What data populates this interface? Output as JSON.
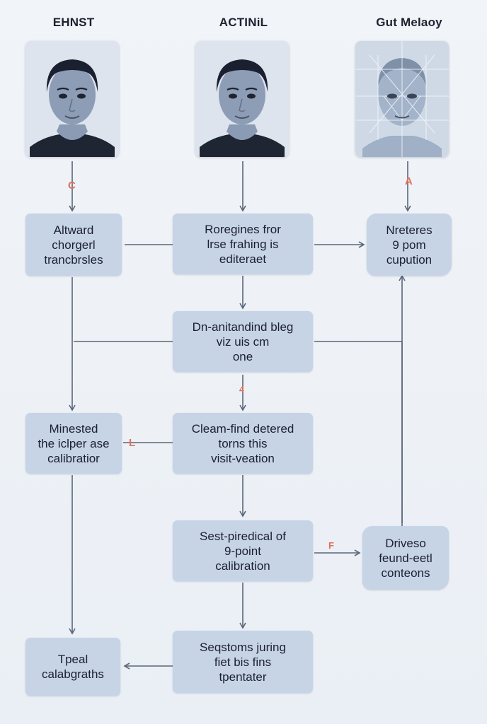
{
  "columns": {
    "left_title": "EHNST",
    "middle_title": "ACTINiL",
    "right_title": "Gut Melaoy"
  },
  "nodes": {
    "left_1": "Altward\nchorgerl\ntrancbrsles",
    "mid_1": "Roregines fror\nlrse frahing is\nediteraet",
    "right_1": "Nreteres\n9 pom\ncupution",
    "mid_2": "Dn-anitandind bleg\nviz uis cm\none",
    "left_2": "Minested\nthe iclper ase\ncalibratior",
    "mid_3": "Cleam-find detered\ntorns this\nvisit-veation",
    "mid_4": "Sest-piredical of\n9-point\ncalibration",
    "right_2": "Driveso\nfeund-eetl\nconteons",
    "left_3": "Tpeal\ncalabgraths",
    "mid_5": "Seqstoms juring\nfiet bis fins\ntpentater"
  },
  "marks": {
    "left_arrow_mark": "C",
    "right_arrow_mark": "A",
    "mid_arrow_mark": "4",
    "left2_mark": "L",
    "mid4_mark": "F"
  },
  "colors": {
    "node_fill": "#c6d4e6",
    "line": "#5a6678",
    "mark": "#e0705a",
    "background": "#eef2f7"
  }
}
